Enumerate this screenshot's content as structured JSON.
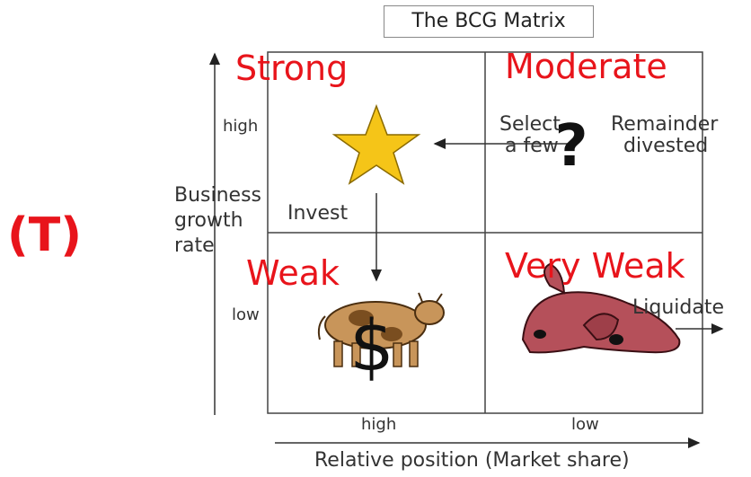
{
  "title": "The BCG Matrix",
  "label_T": "(T)",
  "quadrants": {
    "top_left": "Strong",
    "top_right": "Moderate",
    "bottom_left": "Weak",
    "bottom_right": "Very Weak"
  },
  "y_axis": {
    "label_lines": [
      "Business",
      "growth",
      "rate"
    ],
    "high": "high",
    "low": "low"
  },
  "x_axis": {
    "label": "Relative position (Market share)",
    "high": "high",
    "low": "low"
  },
  "annotations": {
    "select_line1": "Select",
    "select_line2": "a few",
    "remainder_line1": "Remainder",
    "remainder_line2": "divested",
    "question_mark": "?",
    "invest": "Invest",
    "liquidate": "Liquidate",
    "dollar": "$"
  },
  "icons": [
    "star-icon",
    "question-mark-icon",
    "cash-cow-icon",
    "dog-icon"
  ],
  "colors": {
    "accent_red": "#e8141b",
    "star_fill": "#f5c518",
    "dog_fill": "#b5505a",
    "cow_fill": "#b5864a"
  }
}
